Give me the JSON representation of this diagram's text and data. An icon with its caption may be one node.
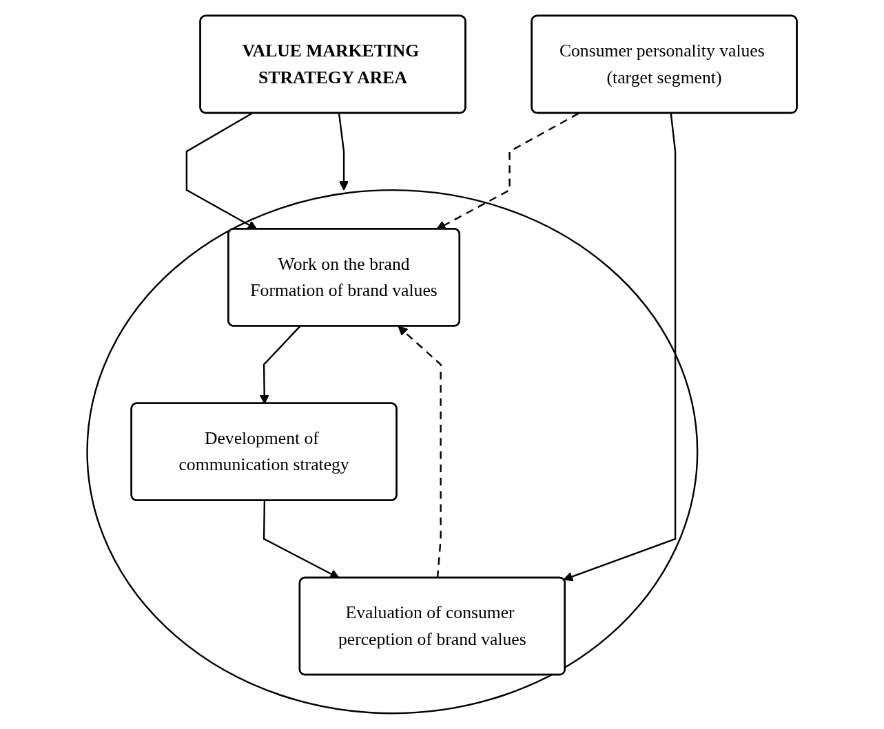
{
  "diagram": {
    "nodes": [
      {
        "text": [],
        "shape": "circle"
      },
      {
        "text": [
          "Work on the brand",
          "Formation of brand values"
        ],
        "in": 0
      },
      {
        "text": [
          "Consumer personality values (target segment)"
        ]
      },
      {
        "text": [
          "Development of communication strategy"
        ],
        "in": 0
      },
      {
        "text": [
          "Evaluation of consumer perception of brand values"
        ],
        "in": 0
      },
      {
        "text": [
          "VALUE MARKETING STRATEGY AREA"
        ]
      }
    ],
    "edges": [
      {
        "from": 5,
        "to": 1,
        "arrow": "to"
      },
      {
        "from": 2,
        "to": 1,
        "arrow": "to",
        "style": "dashed"
      },
      {
        "from": 1,
        "to": 3,
        "arrow": "to"
      },
      {
        "from": 3,
        "to": 4,
        "arrow": "to"
      },
      {
        "from": 2,
        "to": 4,
        "arrow": "to"
      },
      {
        "from": 4,
        "to": 1,
        "arrow": "to",
        "style": "dashed"
      },
      {
        "from": 5,
        "to": 0,
        "arrow": "to"
      }
    ]
  }
}
